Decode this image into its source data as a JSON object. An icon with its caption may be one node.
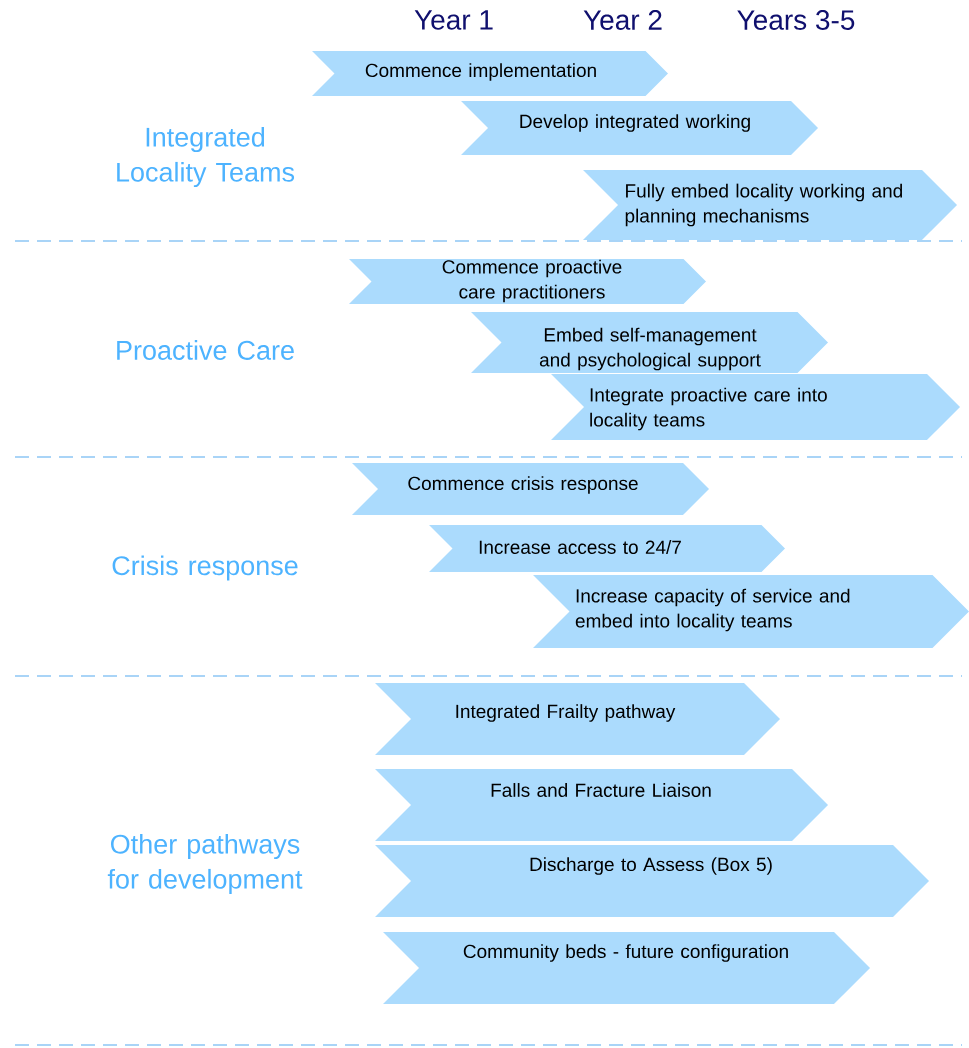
{
  "diagram": {
    "nodes": [
      {
        "text": [
          "Commence implementation"
        ]
      },
      {
        "text": [
          "Develop integrated working"
        ]
      },
      {
        "text": [
          "Fully embed locality working and planning mechanisms"
        ]
      },
      {
        "text": [
          "Commence proactive care practitioners"
        ]
      },
      {
        "text": [
          "Embed self-management and psychological support"
        ]
      },
      {
        "text": [
          "Integrate proactive care into locality teams"
        ]
      },
      {
        "text": [
          "Commence crisis response"
        ]
      },
      {
        "text": [
          "Increase access to 24/7"
        ]
      },
      {
        "text": [
          "Increase capacity of service and embed into locality teams"
        ]
      },
      {
        "text": [
          "Integrated Frailty pathway"
        ]
      },
      {
        "text": [
          "Falls and Fracture Liaison"
        ]
      },
      {
        "text": [
          "Discharge to Assess (Box 5)"
        ]
      },
      {
        "text": [
          "Community beds  - future configuration"
        ]
      }
    ],
    "labels": [
      "Year 1",
      "Year 2",
      "Years 3-5",
      "Integrated Locality Teams",
      "Proactive Care",
      "Crisis response",
      "Other pathways for development"
    ]
  }
}
